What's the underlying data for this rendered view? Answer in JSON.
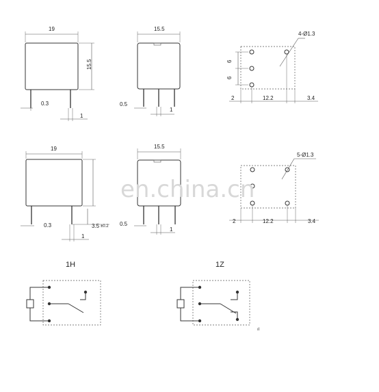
{
  "dims": {
    "row1": {
      "side_width": "19",
      "height": "15.5",
      "side_pin_offset": "0.3",
      "side_pin_pitch": "1",
      "front_width": "15.5",
      "front_pin_width": "0.5",
      "front_pin_pitch": "1",
      "holes_label": "4-Ø1.3",
      "hole_pitch_a": "6",
      "hole_pitch_b": "6",
      "footprint_left": "2",
      "footprint_mid": "12.2",
      "footprint_right": "3.4"
    },
    "row2": {
      "side_width": "19",
      "side_pin_offset": "0.3",
      "pin_length": "3.5",
      "pin_tol": "±0.2",
      "side_pin_pitch": "1",
      "front_width": "15.5",
      "front_pin_width": "0.5",
      "front_pin_pitch": "1",
      "holes_label": "5-Ø1.3",
      "footprint_left": "2",
      "footprint_mid": "12.2",
      "footprint_right": "3.4"
    }
  },
  "schematics": {
    "one": {
      "label": "1H"
    },
    "two": {
      "label": "1Z"
    }
  },
  "watermark": "en.china.cn",
  "stray_mark": "ıl"
}
